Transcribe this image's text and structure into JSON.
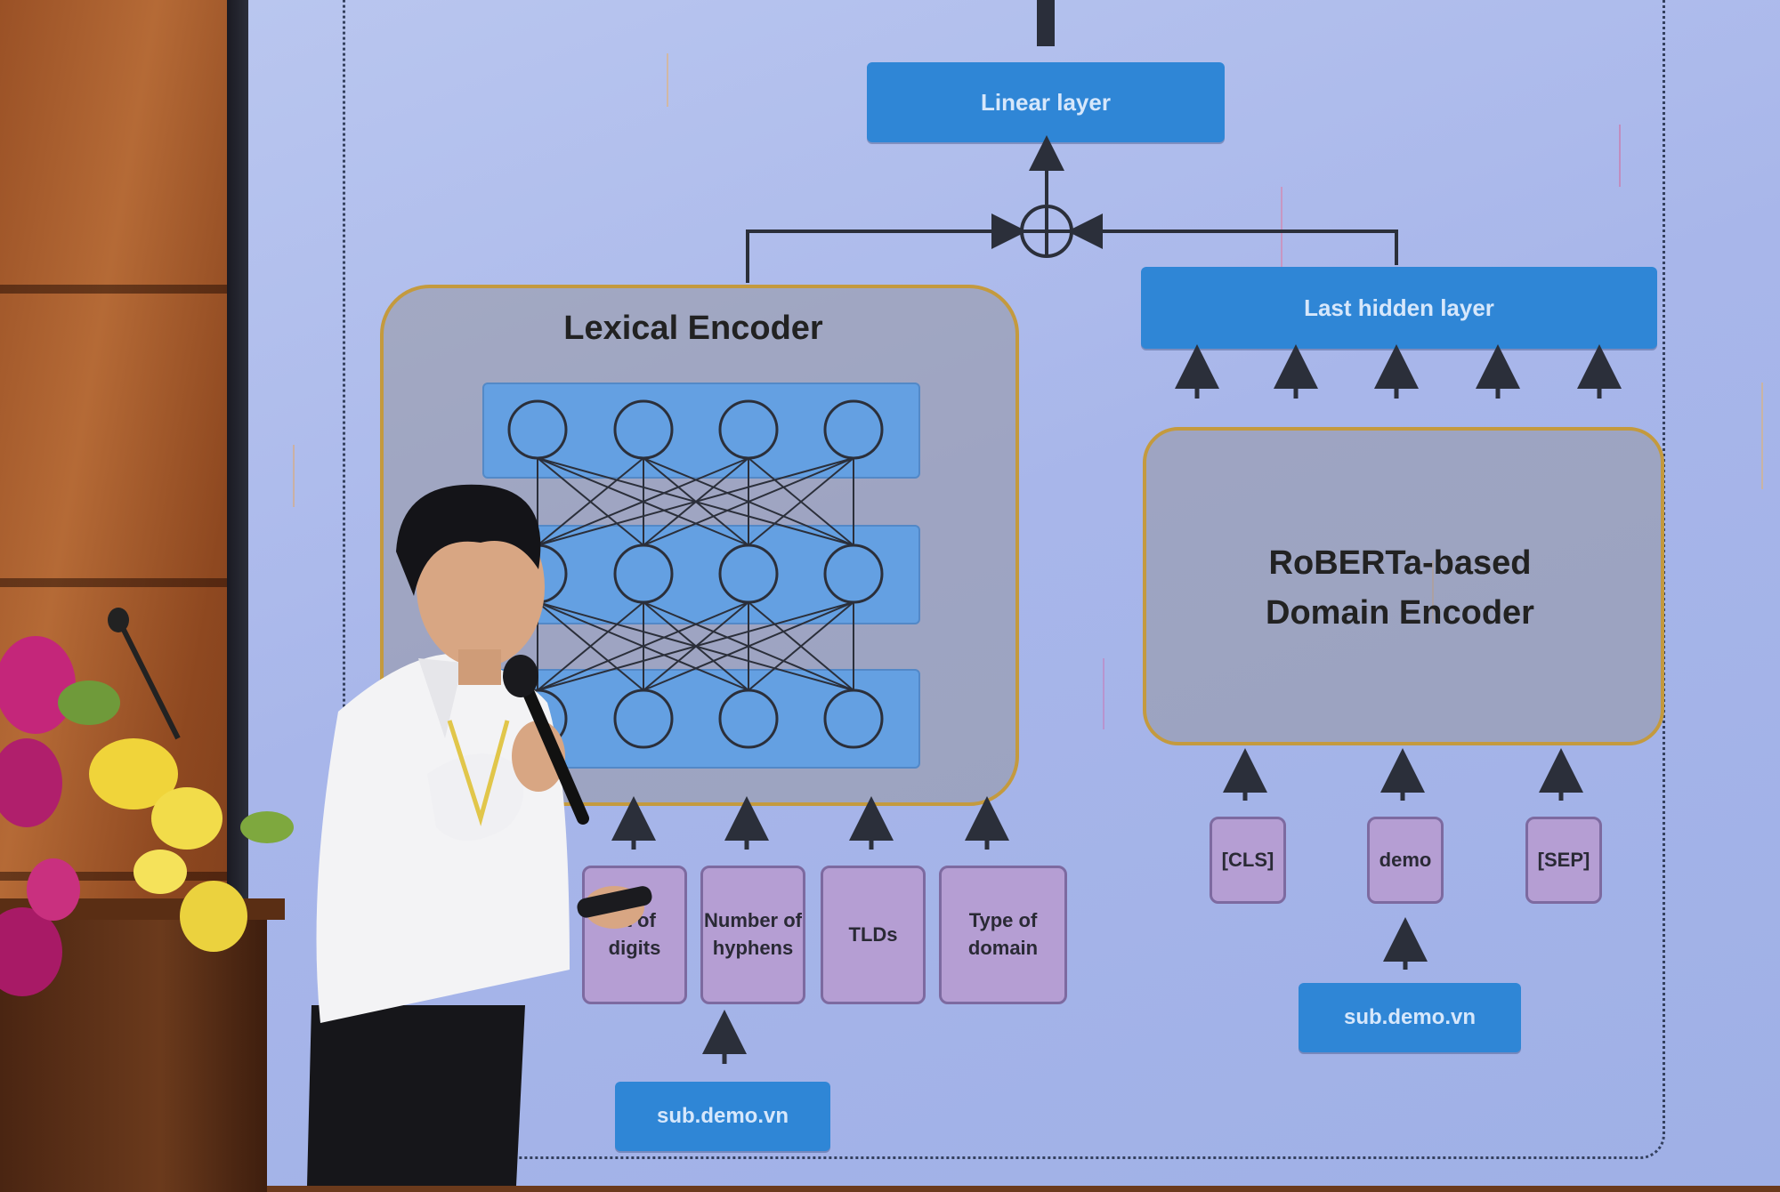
{
  "slide": {
    "linear_layer": "Linear layer",
    "last_hidden_layer": "Last hidden layer",
    "lexical_encoder_title": "Lexical Encoder",
    "domain_encoder_title_line1": "RoBERTa-based",
    "domain_encoder_title_line2": "Domain Encoder",
    "features": [
      {
        "line1": "Count of",
        "line2": "digits"
      },
      {
        "line1": "Number of",
        "line2": "hyphens"
      },
      {
        "line1": "TLDs",
        "line2": ""
      },
      {
        "line1": "Type of",
        "line2": "domain"
      }
    ],
    "feature_partial_visible": "nt of",
    "tokens": [
      "[CLS]",
      "demo",
      "[SEP]"
    ],
    "input_left": "sub.demo.vn",
    "input_right": "sub.demo.vn"
  },
  "colors": {
    "screen_bg": "#aab8eb",
    "blue_box": "#2f86d6",
    "encoder_border": "#c49a3e",
    "feature_box": "#b59ed3"
  },
  "scene": {
    "description_icons": [
      "microphone-icon",
      "presenter-remote-icon",
      "flowers",
      "podium",
      "wood-wall"
    ]
  }
}
